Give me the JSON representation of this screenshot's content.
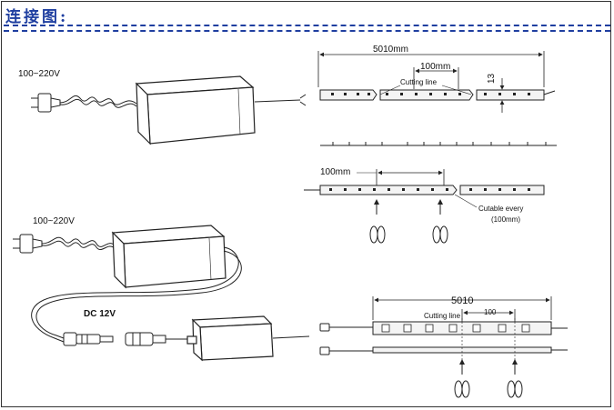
{
  "header": {
    "title": "连接图:"
  },
  "diagram_top": {
    "voltage_label": "100~220V",
    "length_label": "5010mm",
    "segment_label": "100mm",
    "width_label": "13",
    "cutting_line_label": "Cutting line"
  },
  "diagram_mid": {
    "segment_label": "100mm",
    "cutable_label_1": "Cutable every",
    "cutable_label_2": "(100mm)"
  },
  "diagram_bottom": {
    "voltage_label": "100~220V",
    "dc_label": "DC 12V",
    "length_label": "5010",
    "segment_label": "100",
    "cutting_line_label": "Cutting line"
  },
  "colors": {
    "title": "#1f3fa0",
    "line": "#222222",
    "strip_fill": "#f4f4f4"
  }
}
